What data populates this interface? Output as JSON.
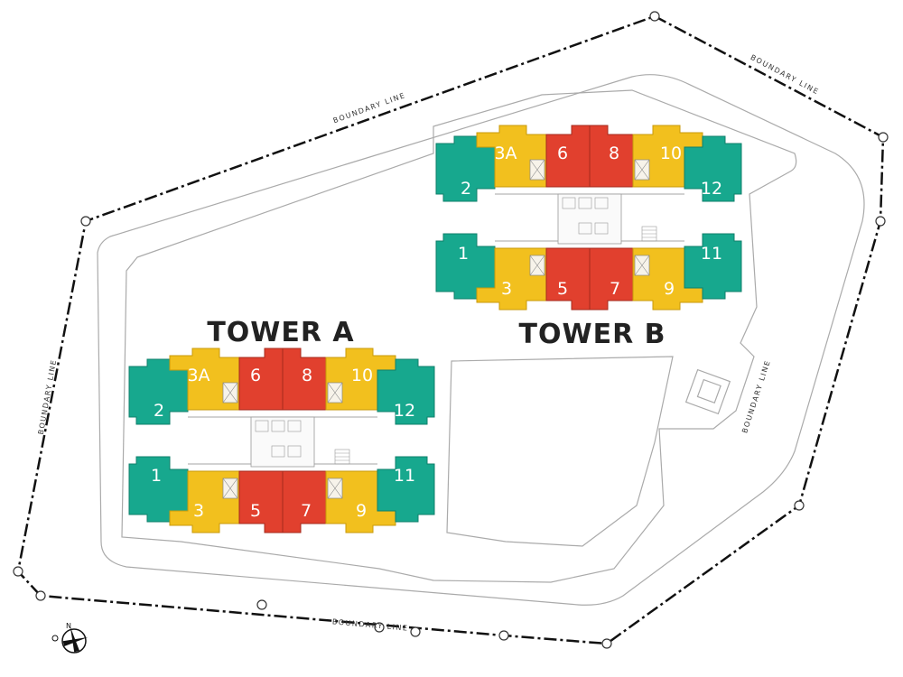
{
  "diagram": {
    "boundary_labels": [
      "BOUNDARY LINE",
      "BOUNDARY LINE",
      "BOUNDARY LINE",
      "BOUNDARY LINE"
    ],
    "compass": {
      "label": "N"
    },
    "colors": {
      "teal": "#17a88e",
      "yellow": "#f2c01e",
      "red": "#e1402e",
      "ground": "#ffffff",
      "boundary": "#111111"
    },
    "towers": [
      {
        "title": "TOWER A",
        "units": {
          "u2": "2",
          "u3A": "3A",
          "u6": "6",
          "u8": "8",
          "u10": "10",
          "u12": "12",
          "u1": "1",
          "u3": "3",
          "u5": "5",
          "u7": "7",
          "u9": "9",
          "u11": "11"
        }
      },
      {
        "title": "TOWER B",
        "units": {
          "u2": "2",
          "u3A": "3A",
          "u6": "6",
          "u8": "8",
          "u10": "10",
          "u12": "12",
          "u1": "1",
          "u3": "3",
          "u5": "5",
          "u7": "7",
          "u9": "9",
          "u11": "11"
        }
      }
    ]
  }
}
